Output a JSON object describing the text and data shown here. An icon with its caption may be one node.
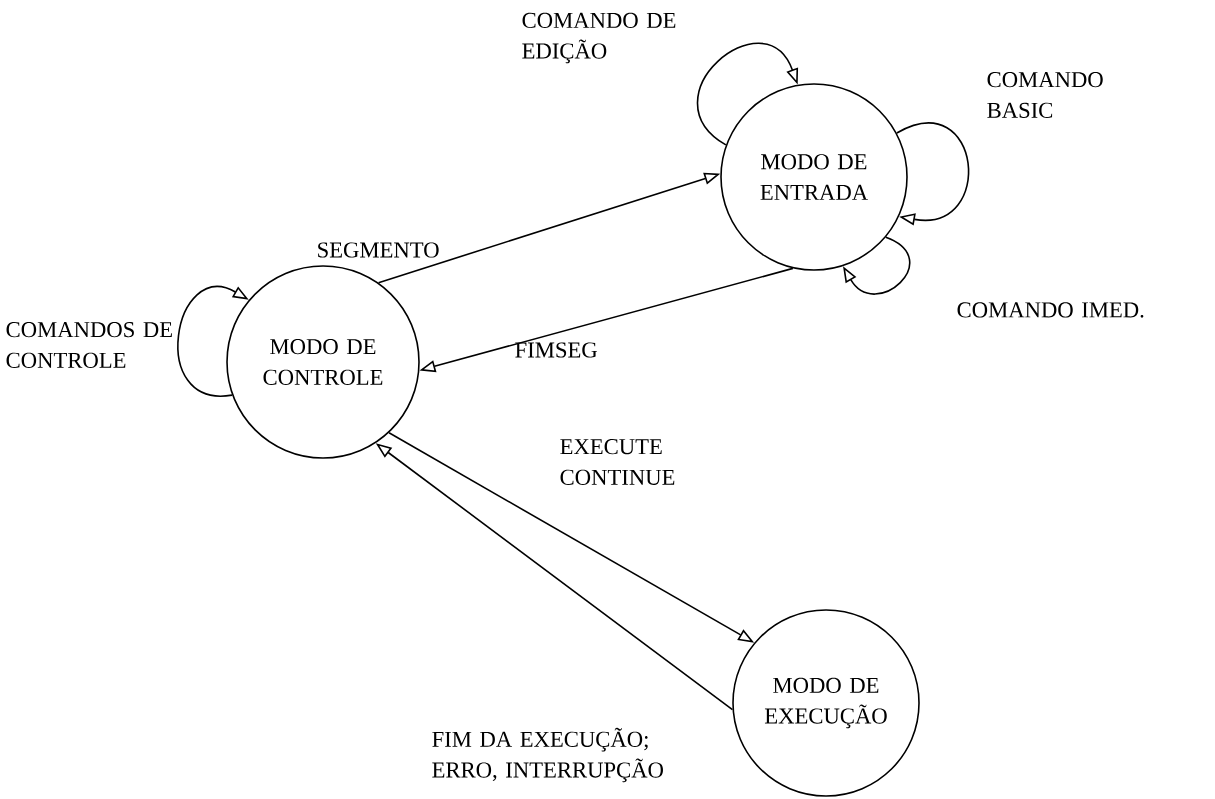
{
  "diagram": {
    "nodes": [
      {
        "text": [
          "MODO DE CONTROLE"
        ]
      },
      {
        "text": [
          "MODO DE ENTRADA"
        ]
      },
      {
        "text": [
          "MODO DE EXECUÇÃO"
        ]
      }
    ],
    "edges": [
      {
        "from": 0,
        "to": 1,
        "arrow": "to",
        "label": "SEGMENTO"
      },
      {
        "from": 1,
        "to": 0,
        "arrow": "to",
        "label": "FIMSEG"
      },
      {
        "from": 0,
        "to": 2,
        "arrow": "to",
        "label": "EXECUTE CONTINUE"
      },
      {
        "from": 2,
        "to": 0,
        "arrow": "to",
        "label": "FIM DA EXECUÇÃO; ERRO, INTERRUPÇÃO"
      },
      {
        "from": 0,
        "to": 0,
        "arrow": "to",
        "label": "COMANDOS DE CONTROLE"
      },
      {
        "from": 1,
        "to": 1,
        "arrow": "to",
        "label": "COMANDO DE EDIÇÃO"
      },
      {
        "from": 1,
        "to": 1,
        "arrow": "to",
        "label": "COMANDO BASIC"
      },
      {
        "from": 1,
        "to": 1,
        "arrow": "to",
        "label": "COMANDO IMED."
      }
    ]
  }
}
